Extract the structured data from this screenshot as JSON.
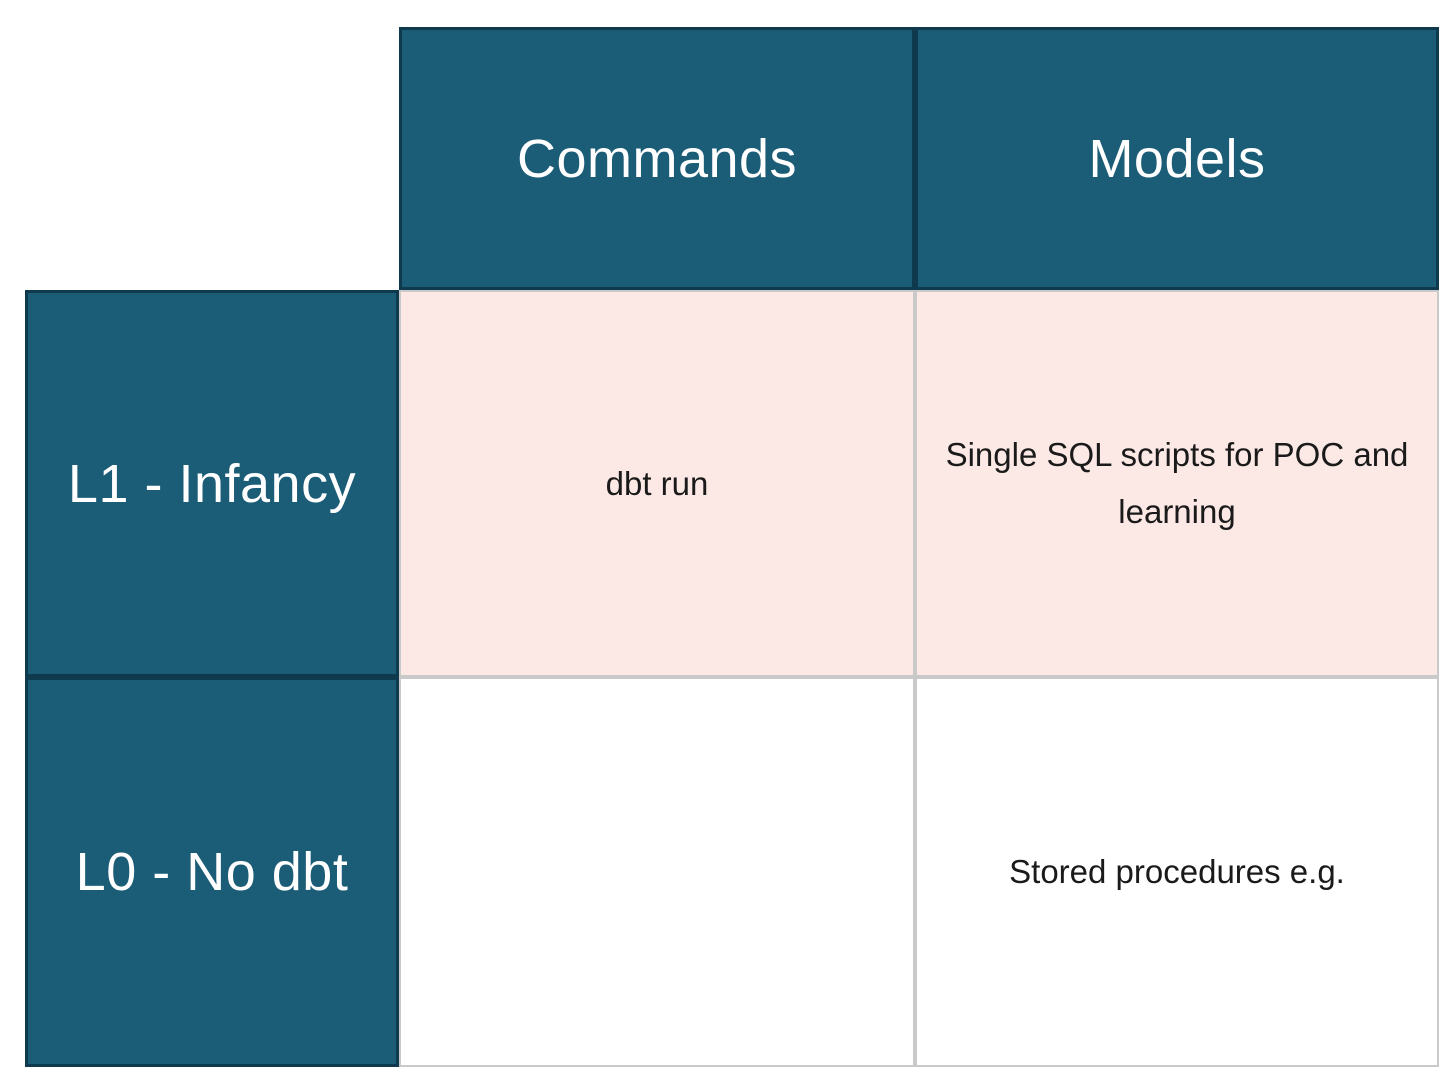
{
  "matrix": {
    "column_headers": [
      "Commands",
      "Models"
    ],
    "rows": [
      {
        "header": "L1 - Infancy",
        "highlighted": true,
        "cells": [
          {
            "text": "dbt run"
          },
          {
            "text": "Single SQL scripts for POC and learning"
          }
        ]
      },
      {
        "header": "L0 - No dbt",
        "highlighted": false,
        "cells": [
          {
            "text": ""
          },
          {
            "text": "Stored procedures e.g."
          }
        ]
      }
    ],
    "colors": {
      "header_bg": "#1B5C77",
      "header_border": "#0F3A4E",
      "header_text": "#FFFFFF",
      "row_l1_bg": "#FCE9E5",
      "row_l0_bg": "#FFFFFF",
      "grid_line": "#C9C9C9",
      "body_text": "#1A1A1A",
      "page_bg": "#FFFFFF"
    }
  }
}
